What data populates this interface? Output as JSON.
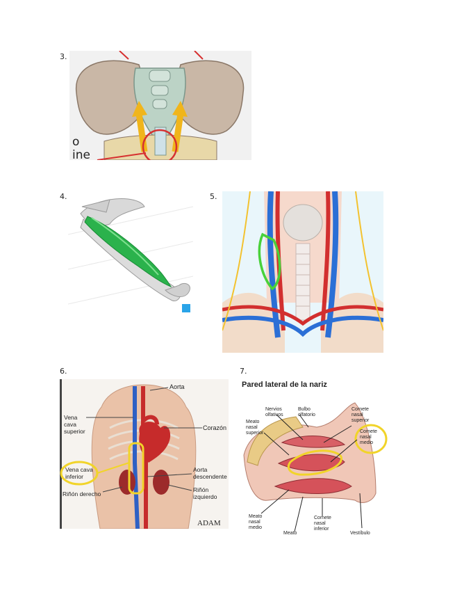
{
  "items": [
    {
      "number": "3."
    },
    {
      "number": "4."
    },
    {
      "number": "5."
    },
    {
      "number": "6."
    },
    {
      "number": "7."
    }
  ],
  "fig3": {
    "text_fragment": "o\nine"
  },
  "fig6": {
    "labels": {
      "aorta": "Aorta",
      "vena_cava_superior": "Vena\ncava\nsuperior",
      "corazon": "Corazón",
      "vena_cava_inferior": "Vena cava\ninferior",
      "aorta_descendente": "Aorta\ndescendente",
      "rinon_derecho": "Riñón derecho",
      "rinon_izquierdo": "Riñón\nizquierdo",
      "watermark": "ADAM"
    }
  },
  "fig7": {
    "title": "Pared lateral de la nariz",
    "labels": {
      "nervios_olfativos": "Nervios\nolfativos",
      "bulbo_olfatorio": "Bulbo\nolfatorio",
      "cornete_nasal_superior": "Cornete\nnasal\nsuperior",
      "meato_nasal_superior": "Meato\nnasal\nsuperior",
      "cornete_nasal_medio": "Cornete\nnasal\nmedio",
      "meato_nasal_medio": "Meato\nnasal\nmedio",
      "meato": "Meato",
      "cornete_nasal_inferior": "Cornete\nnasal\ninferior",
      "vestibulo": "Vestíbulo"
    }
  }
}
